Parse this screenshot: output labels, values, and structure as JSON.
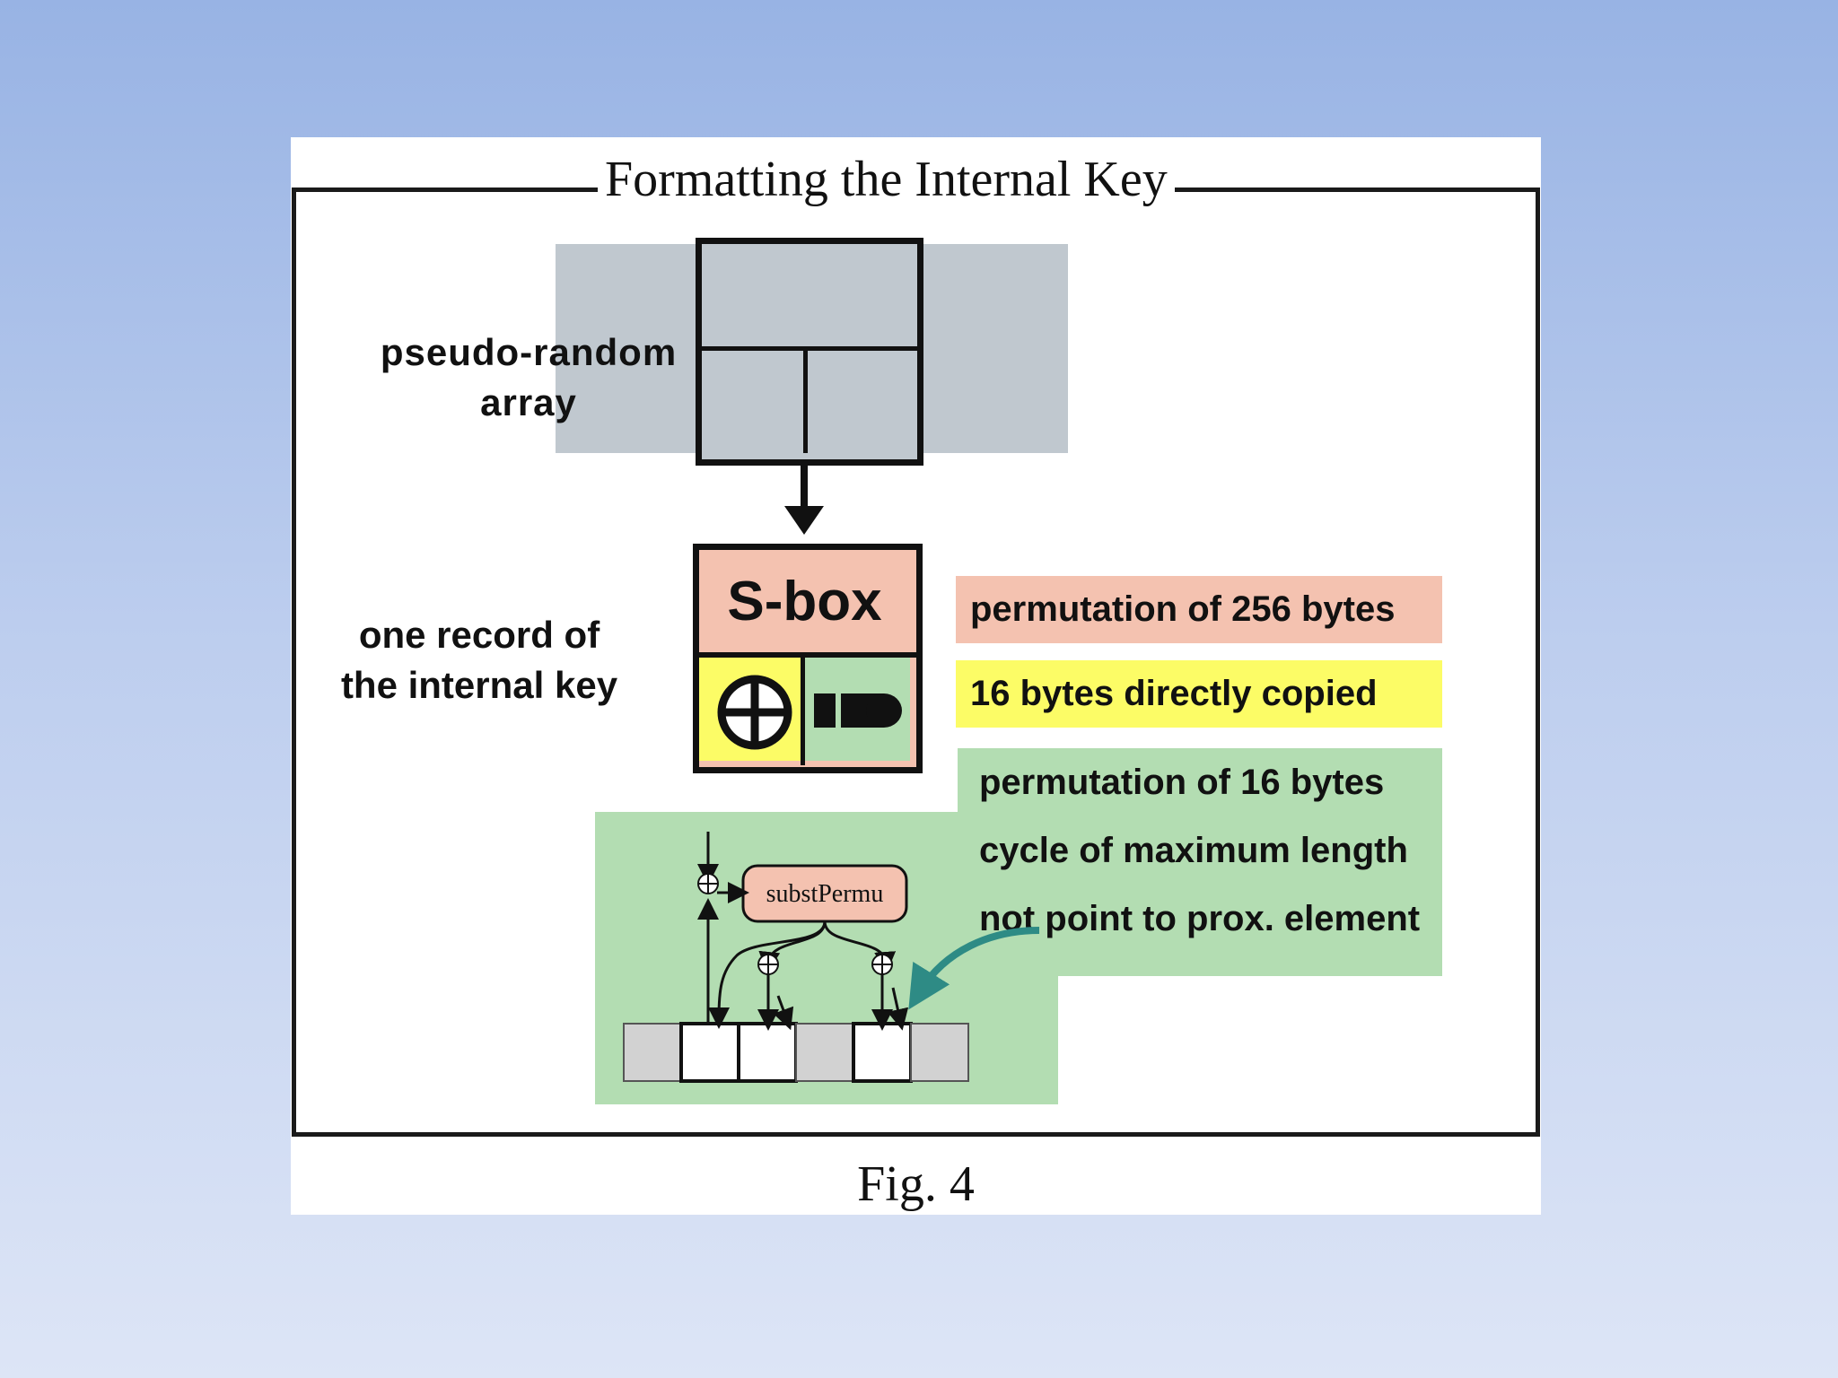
{
  "title": "Formatting the Internal Key",
  "caption": "Fig. 4",
  "labels": {
    "pseudo_random_line1": "pseudo-random",
    "pseudo_random_line2": "array",
    "record_line1": "one record of",
    "record_line2": "the internal key",
    "sbox": "S-box",
    "subst_permu": "substPermu"
  },
  "bars": {
    "sbox_desc": "permutation of 256 bytes",
    "copied_desc": "16 bytes directly copied",
    "permu_items": [
      "permutation of 16 bytes",
      "cycle of maximum length",
      "not point to prox. element"
    ]
  },
  "icons": [
    "xor-icon",
    "cylinder-icon",
    "curved-arrow-icon"
  ],
  "colors": {
    "salmon": "#f4c2b0",
    "yellow": "#fcfc66",
    "green": "#b3ddb2",
    "gray": "#c0c8cf",
    "teal_arrow": "#2e8b85"
  }
}
